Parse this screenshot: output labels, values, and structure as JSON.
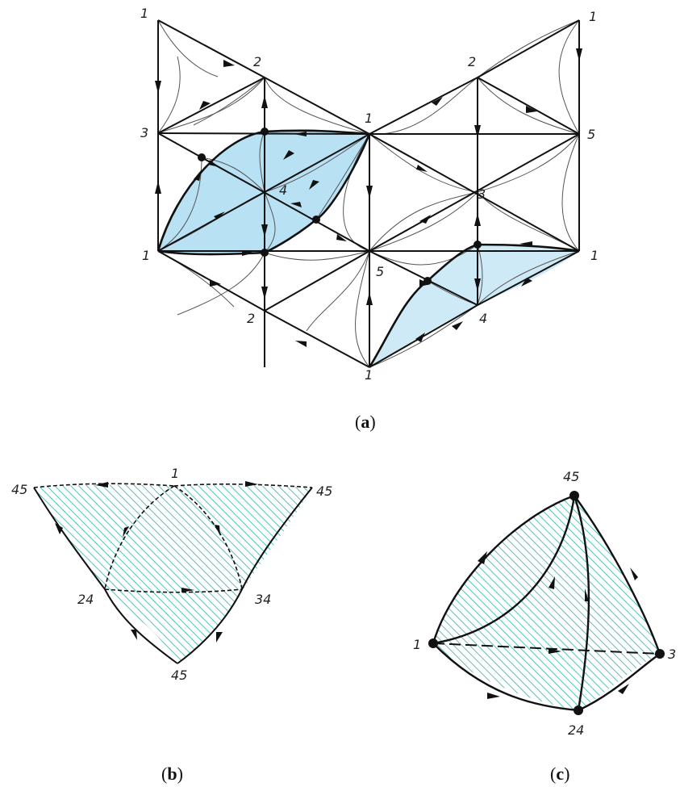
{
  "panel_a": {
    "caption_open": "(",
    "caption_letter": "a",
    "caption_close": ")",
    "labels": {
      "one_top_left": "1",
      "two_top": "2",
      "three_left": "3",
      "four_center": "4",
      "one_center_top": "1",
      "one_left": "1",
      "two_bottom": "2",
      "five_center": "5",
      "one_bottom": "1",
      "two_top_right": "2",
      "one_top_right": "1",
      "five_right": "5",
      "three_right": "3",
      "four_bottom_right": "4",
      "one_right": "1"
    }
  },
  "panel_b": {
    "caption_open": "(",
    "caption_letter": "b",
    "caption_close": ")",
    "labels": {
      "top": "1",
      "top_left": "45",
      "top_right": "45",
      "middle_left": "24",
      "middle_right": "34",
      "bottom": "45"
    }
  },
  "panel_c": {
    "caption_open": "(",
    "caption_letter": "c",
    "caption_close": ")",
    "labels": {
      "top": "45",
      "left": "1",
      "right": "3",
      "bottom": "24"
    }
  },
  "colors": {
    "region_fill": "#b9e1f4",
    "hatch": "#2bb4a8",
    "line": "#111111"
  }
}
